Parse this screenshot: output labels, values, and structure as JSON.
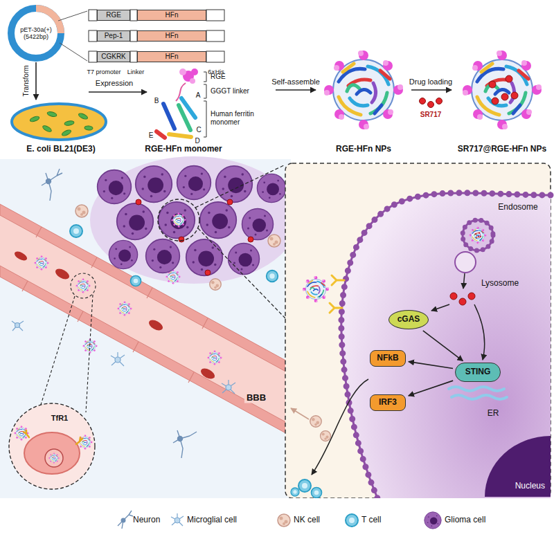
{
  "diagram": {
    "nodes": [
      {
        "text": [
          "pET-30a(+)",
          "(5422bp)"
        ]
      },
      {
        "text": [
          "RGE"
        ]
      },
      {
        "text": [
          "HFn"
        ]
      },
      {
        "text": [
          "Pep-1"
        ]
      },
      {
        "text": [
          "HFn"
        ]
      },
      {
        "text": [
          "CGKRK"
        ]
      },
      {
        "text": [
          "HFn"
        ]
      },
      {
        "text": [
          "cGAS"
        ]
      },
      {
        "text": [
          "STING"
        ]
      },
      {
        "text": [
          "NFkB"
        ]
      },
      {
        "text": [
          "IRF3"
        ]
      },
      {
        "text": [
          "Nucleus"
        ]
      }
    ],
    "edges": [
      {
        "from": 7,
        "to": 8,
        "arrow": "to"
      },
      {
        "from": 8,
        "to": 9,
        "arrow": "to"
      },
      {
        "from": 8,
        "to": 10,
        "arrow": "to"
      }
    ],
    "labels": [
      "T7 promoter",
      "Linker",
      "6×His",
      "Transform",
      "E. coli BL21(DE3)",
      "Expression",
      "A",
      "B",
      "C",
      "D",
      "E",
      "RGE",
      "GGGT linker",
      "Human ferritin monomer",
      "RGE-HFn monomer",
      "Self-assemble",
      "Drug loading",
      "SR717",
      "RGE-HFn NPs",
      "SR717@RGE-HFn NPs",
      "TfR1",
      "BBB",
      "Endosome",
      "Lysosome",
      "ER"
    ],
    "legend": [
      {
        "text": "Neuron"
      },
      {
        "text": "Microglial cell"
      },
      {
        "text": "NK cell"
      },
      {
        "text": "T cell"
      },
      {
        "text": "Glioma cell"
      }
    ]
  }
}
